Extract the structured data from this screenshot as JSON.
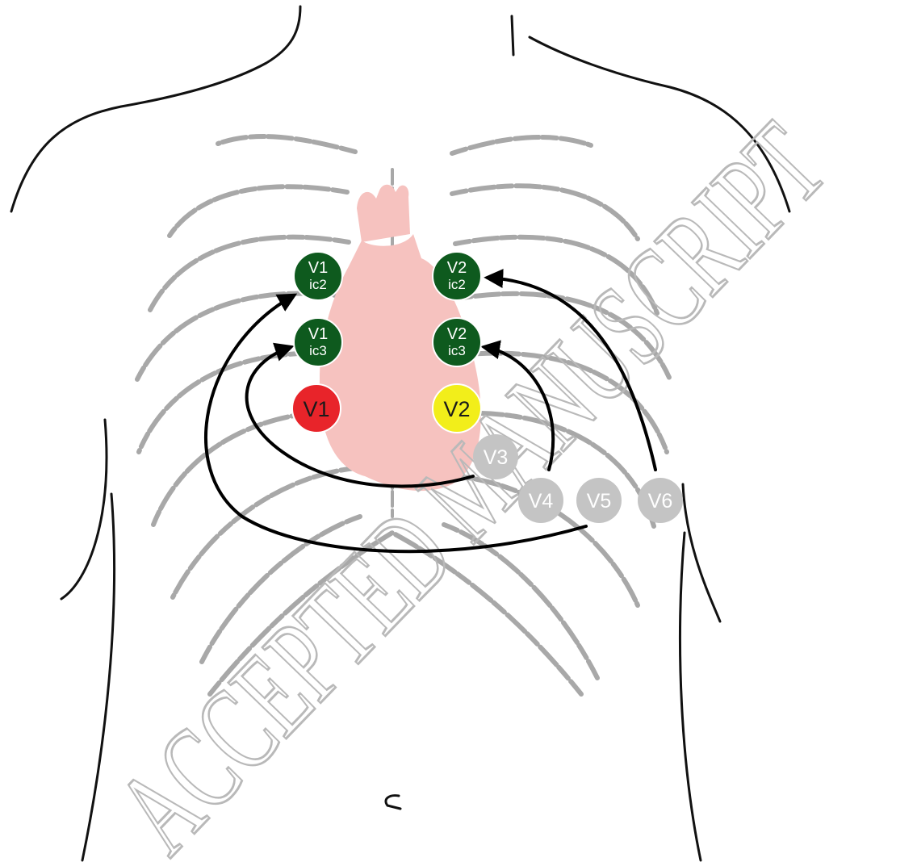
{
  "diagram": {
    "electrodes": [
      {
        "id": "v1-ic2",
        "line1": "V1",
        "line2": "ic2",
        "color": "#0e5a1e",
        "text_color": "#ffffff"
      },
      {
        "id": "v2-ic2",
        "line1": "V2",
        "line2": "ic2",
        "color": "#0e5a1e",
        "text_color": "#ffffff"
      },
      {
        "id": "v1-ic3",
        "line1": "V1",
        "line2": "ic3",
        "color": "#0e5a1e",
        "text_color": "#ffffff"
      },
      {
        "id": "v2-ic3",
        "line1": "V2",
        "line2": "ic3",
        "color": "#0e5a1e",
        "text_color": "#ffffff"
      },
      {
        "id": "v1",
        "line1": "V1",
        "line2": "",
        "color": "#e8242a",
        "text_color": "#1a1a1a"
      },
      {
        "id": "v2",
        "line1": "V2",
        "line2": "",
        "color": "#f2ee1a",
        "text_color": "#1a1a1a"
      },
      {
        "id": "v3",
        "line1": "V3",
        "line2": "",
        "color": "#c4c4c4",
        "text_color": "#ffffff"
      },
      {
        "id": "v4",
        "line1": "V4",
        "line2": "",
        "color": "#c4c4c4",
        "text_color": "#ffffff"
      },
      {
        "id": "v5",
        "line1": "V5",
        "line2": "",
        "color": "#c4c4c4",
        "text_color": "#ffffff"
      },
      {
        "id": "v6",
        "line1": "V6",
        "line2": "",
        "color": "#c4c4c4",
        "text_color": "#ffffff"
      }
    ],
    "arrows": [
      {
        "from": "v6",
        "to": "v2-ic2"
      },
      {
        "from": "v5",
        "to": "v1-ic2"
      },
      {
        "from": "v3",
        "to": "v1-ic3"
      },
      {
        "from": "v4",
        "to": "v2-ic3"
      }
    ],
    "watermark": "ACCEPTED MANUSCRIPT",
    "colors": {
      "outline": "#111111",
      "ribs": "#a8a8a8",
      "heart": "#f6c2bf",
      "arrow": "#000000"
    }
  }
}
